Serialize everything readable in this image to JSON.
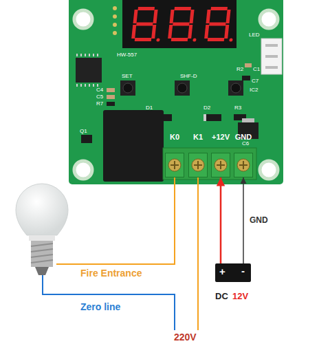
{
  "diagram": {
    "nodes": [
      {
        "text": [
          "K0"
        ]
      },
      {
        "text": [
          "K1"
        ]
      },
      {
        "text": [
          "+12V"
        ]
      },
      {
        "text": [
          "GND"
        ]
      },
      {
        "text": [
          "+",
          "-",
          "DC",
          "12V"
        ]
      }
    ],
    "edges": [
      {
        "from": 4,
        "to": 2,
        "arrow": "to"
      },
      {
        "from": 4,
        "to": 3,
        "arrow": "to",
        "label": "GND"
      }
    ],
    "labels": [
      "HW-557",
      "SET",
      "SHF-D",
      "D1",
      "D2",
      "R3",
      "R2",
      "C1",
      "C4",
      "C5",
      "R7",
      "Q1",
      "C7",
      "IC2",
      "C6",
      "LED",
      "Fire Entrance",
      "Zero line",
      "220V"
    ]
  }
}
